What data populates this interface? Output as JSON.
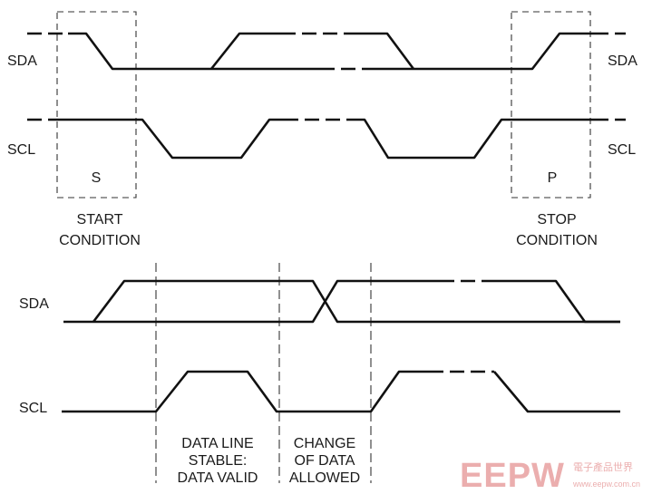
{
  "top_diagram": {
    "sda_label_left": "SDA",
    "sda_label_right": "SDA",
    "scl_label_left": "SCL",
    "scl_label_right": "SCL",
    "start_marker": "S",
    "stop_marker": "P",
    "start_caption_line1": "START",
    "start_caption_line2": "CONDITION",
    "stop_caption_line1": "STOP",
    "stop_caption_line2": "CONDITION"
  },
  "bottom_diagram": {
    "sda_label": "SDA",
    "scl_label": "SCL",
    "stable_caption_line1": "DATA LINE",
    "stable_caption_line2": "STABLE:",
    "stable_caption_line3": "DATA VALID",
    "change_caption_line1": "CHANGE",
    "change_caption_line2": "OF DATA",
    "change_caption_line3": "ALLOWED"
  },
  "watermark": {
    "logo_text": "EEPW",
    "chinese_text": "電子產品世界",
    "url_text": "www.eepw.com.cn",
    "color": "#e8a0a0"
  }
}
